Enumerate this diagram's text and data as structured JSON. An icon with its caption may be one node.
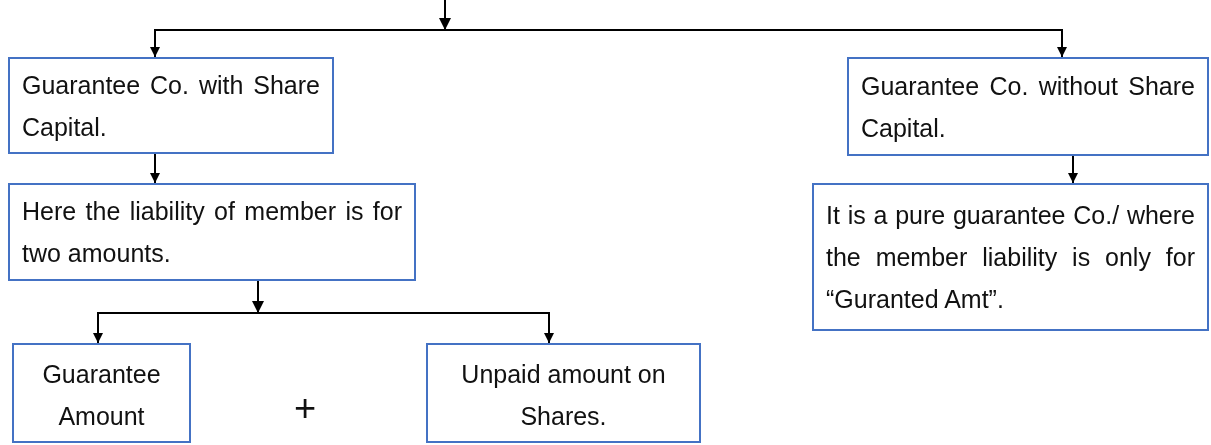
{
  "diagram": {
    "nodes": [
      {
        "text": [
          "Guarantee Co. with Share Capital."
        ]
      },
      {
        "text": [
          "Guarantee Co. without Share Capital."
        ]
      },
      {
        "text": [
          "Here the liability of member is for two amounts."
        ]
      },
      {
        "text": [
          "It is a pure guarantee Co./ where the member liability is only for “Guranted Amt”."
        ]
      },
      {
        "text": [
          "Guarantee Amount"
        ]
      },
      {
        "text": [
          "Unpaid amount on Shares."
        ]
      }
    ],
    "edges": [
      {
        "from": null,
        "to": 0,
        "arrow": "to"
      },
      {
        "from": null,
        "to": 1,
        "arrow": "to"
      },
      {
        "from": 0,
        "to": 2,
        "arrow": "to"
      },
      {
        "from": 1,
        "to": 3,
        "arrow": "to"
      },
      {
        "from": 2,
        "to": 4,
        "arrow": "to"
      },
      {
        "from": 2,
        "to": 5,
        "arrow": "to"
      }
    ],
    "labels": [
      "+"
    ]
  }
}
